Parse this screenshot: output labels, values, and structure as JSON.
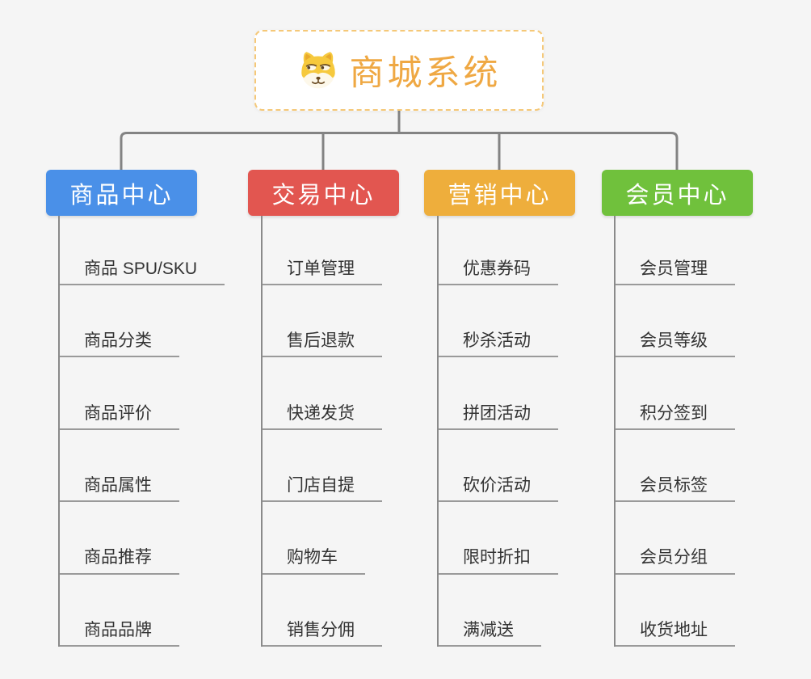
{
  "root": {
    "title": "商城系统",
    "icon": "shiba-dog-icon"
  },
  "theme": {
    "background": "#f5f5f5",
    "root_border": "#f5c878",
    "root_text": "#efa843",
    "connector_line": "#838383",
    "trunk_line": "#8a8a8a",
    "leaf_underline": "#9a9a9a",
    "leaf_text": "#333333",
    "icon_yellow": "#f6c93d"
  },
  "branches": [
    {
      "label": "商品中心",
      "color": "#4a90e8",
      "children": [
        "商品 SPU/SKU",
        "商品分类",
        "商品评价",
        "商品属性",
        "商品推荐",
        "商品品牌"
      ]
    },
    {
      "label": "交易中心",
      "color": "#e25650",
      "children": [
        "订单管理",
        "售后退款",
        "快递发货",
        "门店自提",
        "购物车",
        "销售分佣"
      ]
    },
    {
      "label": "营销中心",
      "color": "#eeae3c",
      "children": [
        "优惠券码",
        "秒杀活动",
        "拼团活动",
        "砍价活动",
        "限时折扣",
        "满减送"
      ]
    },
    {
      "label": "会员中心",
      "color": "#70c13c",
      "children": [
        "会员管理",
        "会员等级",
        "积分签到",
        "会员标签",
        "会员分组",
        "收货地址"
      ]
    }
  ]
}
